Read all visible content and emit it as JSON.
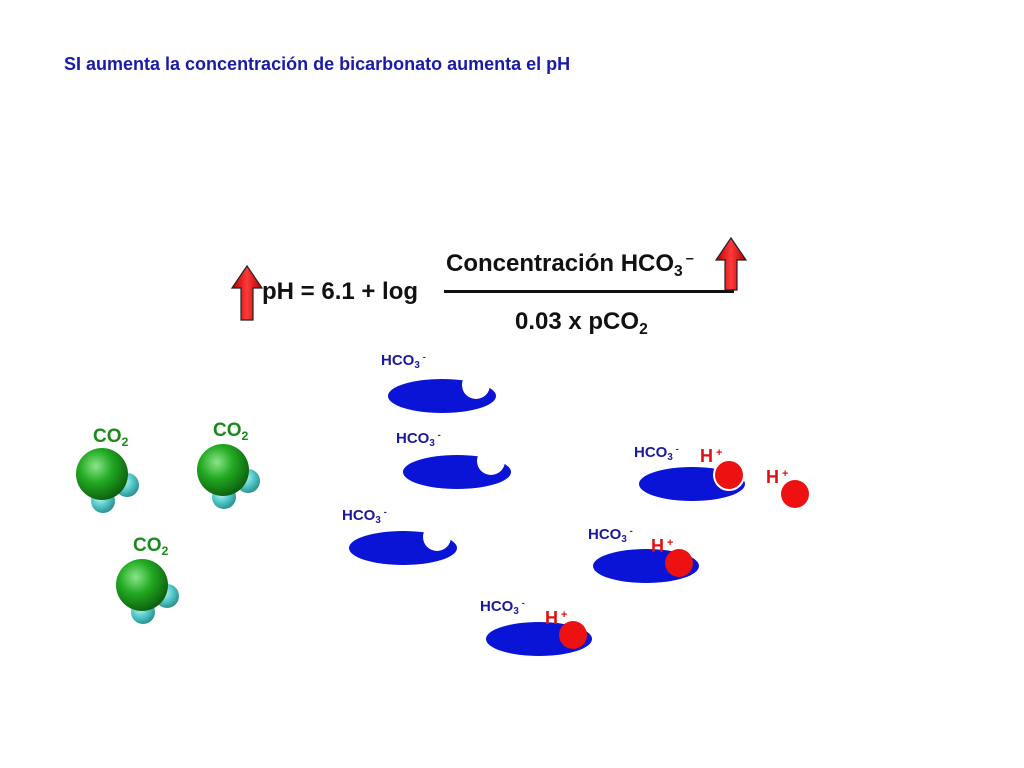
{
  "title": "SI aumenta la concentración de bicarbonato aumenta el pH",
  "formula": {
    "left": "pH = 6.1 + log",
    "numerator_main": "Concentración HCO",
    "numerator_sub": "3",
    "numerator_sup": "–",
    "denominator_main": "0.03 x pCO",
    "denominator_sub": "2"
  },
  "hco3_label": {
    "main": "HCO",
    "sub": "3",
    "sup": "-"
  },
  "co2_label": {
    "main": "CO",
    "sub": "2"
  },
  "h_label": {
    "main": "H",
    "sup": "+"
  },
  "colors": {
    "bicarbonate": "#0a14d6",
    "proton": "#ee1111",
    "co2_carbon": "#22aa22",
    "co2_oxygen": "#55cccc",
    "arrow": "#ee1111"
  }
}
